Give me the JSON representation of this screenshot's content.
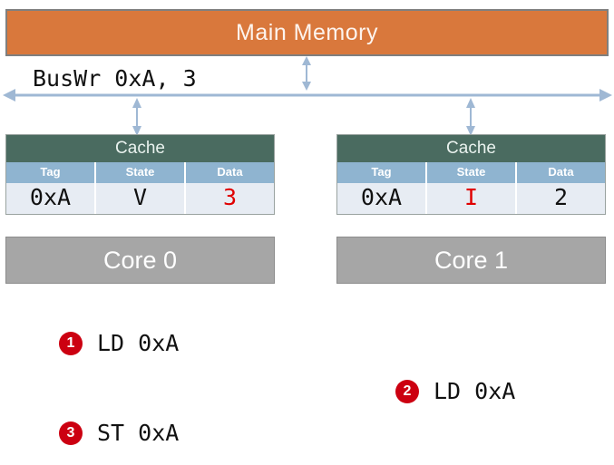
{
  "memory": {
    "label": "Main Memory",
    "color": "#d9783c"
  },
  "bus": {
    "transaction_label": "BusWr 0xA, 3",
    "arrow_color": "#9fb8d4",
    "bidirectional": true
  },
  "nodes": [
    {
      "cache": {
        "title": "Cache",
        "columns": [
          "Tag",
          "State",
          "Data"
        ],
        "row": {
          "tag": "0xA",
          "state": "V",
          "data": "3"
        },
        "highlight": {
          "tag": false,
          "state": false,
          "data": true
        }
      },
      "core": {
        "label": "Core 0"
      }
    },
    {
      "cache": {
        "title": "Cache",
        "columns": [
          "Tag",
          "State",
          "Data"
        ],
        "row": {
          "tag": "0xA",
          "state": "I",
          "data": "2"
        },
        "highlight": {
          "tag": false,
          "state": true,
          "data": false
        }
      },
      "core": {
        "label": "Core 1"
      }
    }
  ],
  "steps": [
    {
      "number": "1",
      "instruction": "LD 0xA"
    },
    {
      "number": "2",
      "instruction": "LD 0xA"
    },
    {
      "number": "3",
      "instruction": "ST 0xA"
    }
  ],
  "colors": {
    "memory_bar": "#d9783c",
    "cache_title": "#4a6b60",
    "cache_header": "#8fb4d0",
    "cache_row": "#e7ecf3",
    "core": "#a6a6a6",
    "badge": "#cc0011",
    "highlight_text": "#e00000",
    "bus": "#9fb8d4"
  }
}
